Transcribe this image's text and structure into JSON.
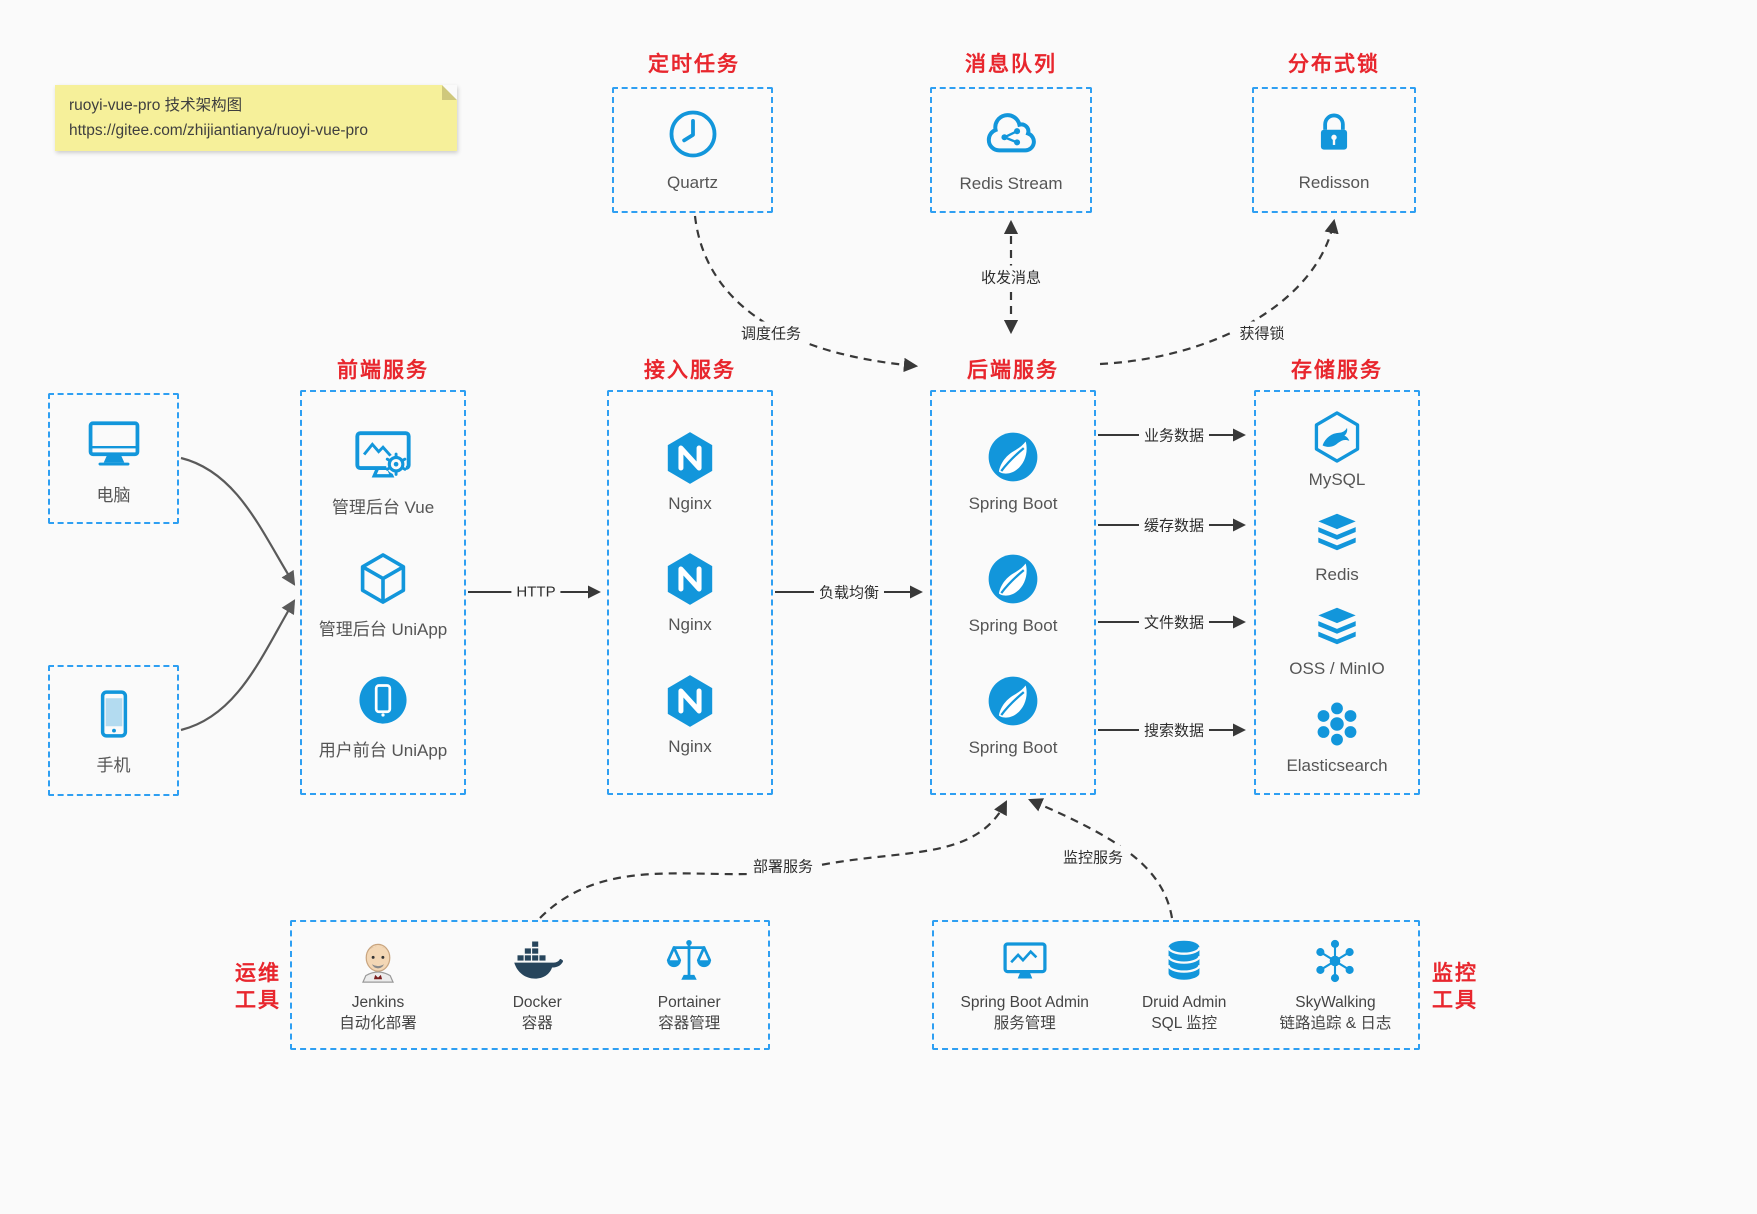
{
  "colors": {
    "accent_blue": "#1296db",
    "box_border_blue": "#2e9ff2",
    "title_red": "#e8262d",
    "background": "#fafafa",
    "note_yellow": "#f6f09a"
  },
  "note": {
    "line1": "ruoyi-vue-pro 技术架构图",
    "line2": "https://gitee.com/zhijiantianya/ruoyi-vue-pro"
  },
  "top": {
    "scheduled": {
      "title": "定时任务",
      "item": {
        "label": "Quartz",
        "icon": "clock-icon"
      }
    },
    "mq": {
      "title": "消息队列",
      "item": {
        "label": "Redis Stream",
        "icon": "cloud-network-icon"
      }
    },
    "lock": {
      "title": "分布式锁",
      "item": {
        "label": "Redisson",
        "icon": "padlock-icon"
      }
    }
  },
  "clients": {
    "pc": {
      "label": "电脑",
      "icon": "monitor-icon"
    },
    "mobile": {
      "label": "手机",
      "icon": "smartphone-icon"
    }
  },
  "columns": {
    "frontend": {
      "title": "前端服务",
      "items": [
        {
          "label": "管理后台 Vue",
          "icon": "screen-gear-icon"
        },
        {
          "label": "管理后台 UniApp",
          "icon": "cube-icon"
        },
        {
          "label": "用户前台 UniApp",
          "icon": "circle-phone-icon"
        }
      ]
    },
    "gateway": {
      "title": "接入服务",
      "items": [
        {
          "label": "Nginx",
          "icon": "nginx-icon"
        },
        {
          "label": "Nginx",
          "icon": "nginx-icon"
        },
        {
          "label": "Nginx",
          "icon": "nginx-icon"
        }
      ]
    },
    "backend": {
      "title": "后端服务",
      "items": [
        {
          "label": "Spring Boot",
          "icon": "spring-boot-icon"
        },
        {
          "label": "Spring Boot",
          "icon": "spring-boot-icon"
        },
        {
          "label": "Spring Boot",
          "icon": "spring-boot-icon"
        }
      ]
    },
    "storage": {
      "title": "存储服务",
      "items": [
        {
          "label": "MySQL",
          "icon": "mysql-icon"
        },
        {
          "label": "Redis",
          "icon": "layer-stack-icon"
        },
        {
          "label": "OSS / MinIO",
          "icon": "layer-stack-icon"
        },
        {
          "label": "Elasticsearch",
          "icon": "elasticsearch-icon"
        }
      ]
    }
  },
  "bottom": {
    "ops": {
      "title_line1": "运维",
      "title_line2": "工具",
      "items": [
        {
          "label": "Jenkins",
          "sublabel": "自动化部署",
          "icon": "jenkins-icon"
        },
        {
          "label": "Docker",
          "sublabel": "容器",
          "icon": "docker-whale-icon"
        },
        {
          "label": "Portainer",
          "sublabel": "容器管理",
          "icon": "scales-icon"
        }
      ]
    },
    "monitor": {
      "title_line1": "监控",
      "title_line2": "工具",
      "items": [
        {
          "label": "Spring Boot Admin",
          "sublabel": "服务管理",
          "icon": "monitor-chart-icon"
        },
        {
          "label": "Druid Admin",
          "sublabel": "SQL 监控",
          "icon": "database-icon"
        },
        {
          "label": "SkyWalking",
          "sublabel": "链路追踪 & 日志",
          "icon": "network-nodes-icon"
        }
      ]
    }
  },
  "edges": {
    "http": "HTTP",
    "load_balance": "负载均衡",
    "schedule_task": "调度任务",
    "send_receive_message": "收发消息",
    "acquire_lock": "获得锁",
    "business_data": "业务数据",
    "cache_data": "缓存数据",
    "file_data": "文件数据",
    "search_data": "搜索数据",
    "deploy_service": "部署服务",
    "monitor_service": "监控服务"
  }
}
